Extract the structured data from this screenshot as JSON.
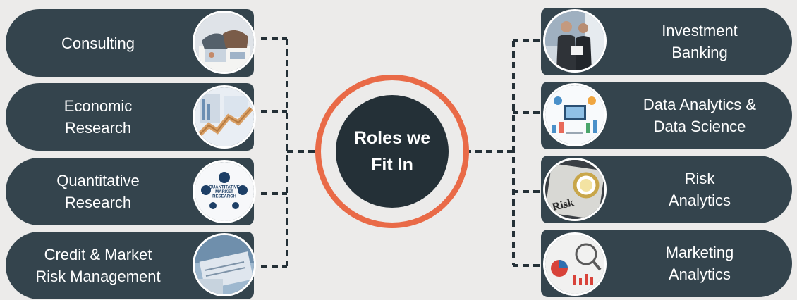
{
  "center": {
    "title": "Roles we\nFit In"
  },
  "left_roles": [
    {
      "label": "Consulting"
    },
    {
      "label": "Economic\nResearch"
    },
    {
      "label": "Quantitative\nResearch"
    },
    {
      "label": "Credit & Market\nRisk Management"
    }
  ],
  "right_roles": [
    {
      "label": "Investment\nBanking"
    },
    {
      "label": "Data Analytics &\nData Science"
    },
    {
      "label": "Risk\nAnalytics"
    },
    {
      "label": "Marketing\nAnalytics"
    }
  ],
  "thumbnail_text": {
    "quant": "QUANTITATIVE\nMARKET\nRESEARCH",
    "risk": "Risk"
  },
  "colors": {
    "pill": "#34444d",
    "ring": "#e96a47",
    "disc": "#243037",
    "connector": "#243037",
    "background": "#ecebea"
  }
}
